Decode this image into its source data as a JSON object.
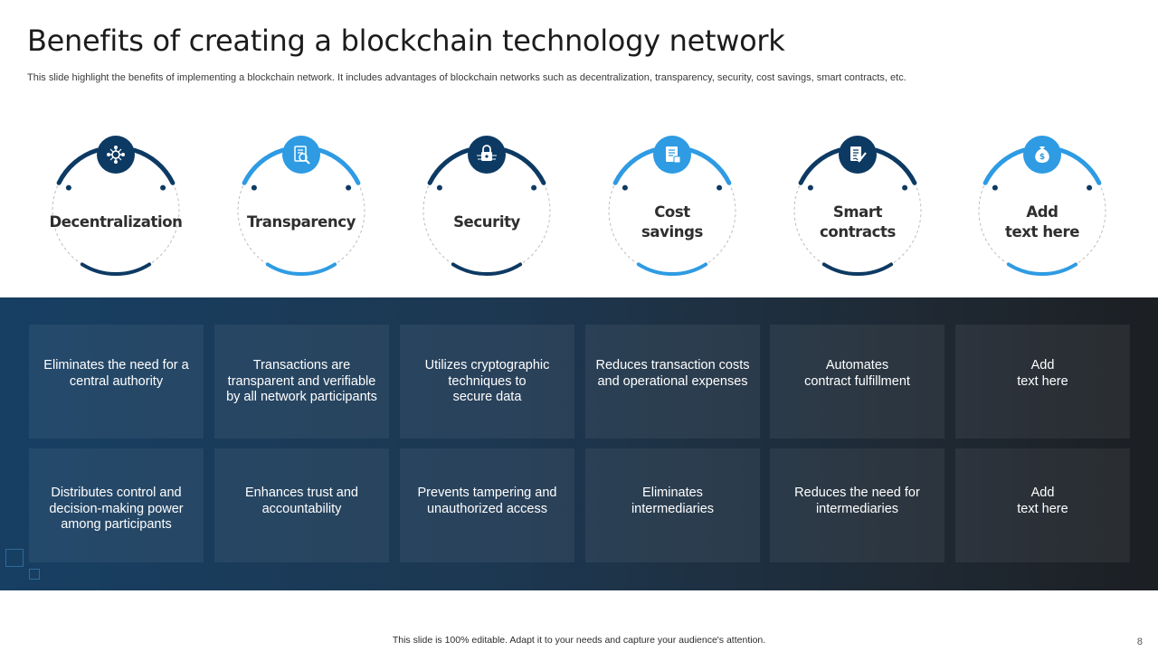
{
  "header": {
    "title": "Benefits of creating a blockchain technology network",
    "subtitle": "This slide highlight the benefits of implementing a blockchain network. It includes advantages of blockchain networks such as decentralization, transparency, security, cost savings, smart contracts, etc."
  },
  "colors": {
    "dark_blue": "#0d3a63",
    "light_blue": "#2e9be3",
    "band_start": "#173f63",
    "band_end": "#1c1f23"
  },
  "benefits": [
    {
      "label": "Decentralization",
      "icon": "network-hub-icon",
      "accent": "#0d3a63",
      "points": [
        "Eliminates the need for a\ncentral authority",
        "Distributes control and\ndecision-making power\namong participants"
      ]
    },
    {
      "label": "Transparency",
      "icon": "document-magnifier-icon",
      "accent": "#2e9be3",
      "points": [
        "Transactions are\ntransparent and verifiable\nby all network participants",
        "Enhances trust and\naccountability"
      ]
    },
    {
      "label": "Security",
      "icon": "padlock-circuit-icon",
      "accent": "#0d3a63",
      "points": [
        "Utilizes cryptographic\ntechniques to\nsecure data",
        "Prevents tampering and\nunauthorized access"
      ]
    },
    {
      "label": "Cost\nsavings",
      "icon": "invoice-icon",
      "accent": "#2e9be3",
      "points": [
        "Reduces transaction costs\nand operational expenses",
        "Eliminates\nintermediaries"
      ]
    },
    {
      "label": "Smart\ncontracts",
      "icon": "contract-pen-icon",
      "accent": "#0d3a63",
      "points": [
        "Automates\ncontract fulfillment",
        "Reduces the need for\nintermediaries"
      ]
    },
    {
      "label": "Add\ntext here",
      "icon": "money-bag-icon",
      "accent": "#2e9be3",
      "points": [
        "Add\ntext here",
        "Add\ntext here"
      ]
    }
  ],
  "footer": {
    "note": "This slide is 100% editable.  Adapt it to your needs and capture your audience's attention.",
    "page_number": "8"
  }
}
